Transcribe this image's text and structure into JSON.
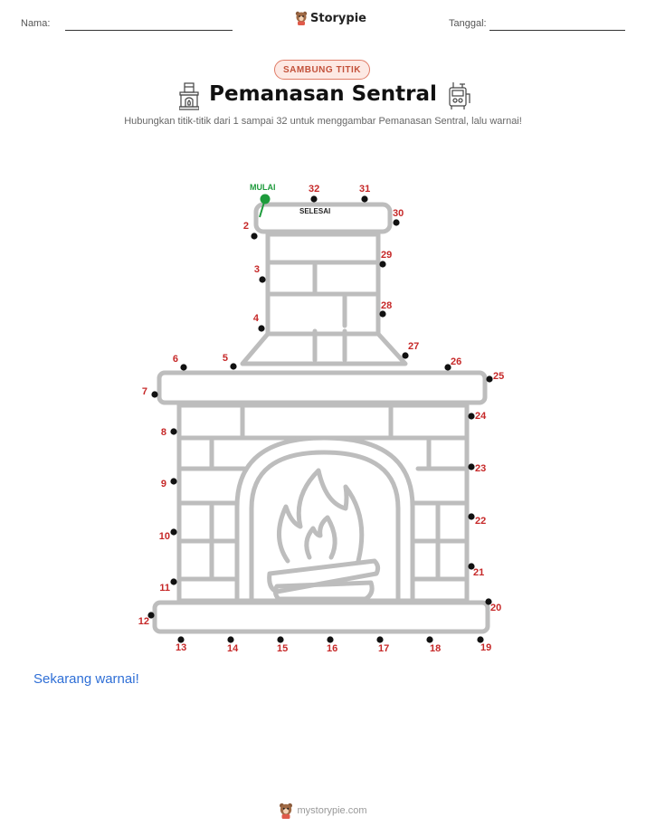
{
  "header": {
    "name_label": "Nama:",
    "date_label": "Tanggal:",
    "brand": "Storypie"
  },
  "badge": "SAMBUNG TITIK",
  "title": "Pemanasan Sentral",
  "subtitle": "Hubungkan titik-titik dari 1 sampai 32 untuk menggambar Pemanasan Sentral, lalu warnai!",
  "puzzle": {
    "start_label": "MULAI",
    "end_label": "SELESAI",
    "dots": [
      {
        "n": "2"
      },
      {
        "n": "3"
      },
      {
        "n": "4"
      },
      {
        "n": "5"
      },
      {
        "n": "6"
      },
      {
        "n": "7"
      },
      {
        "n": "8"
      },
      {
        "n": "9"
      },
      {
        "n": "10"
      },
      {
        "n": "11"
      },
      {
        "n": "12"
      },
      {
        "n": "13"
      },
      {
        "n": "14"
      },
      {
        "n": "15"
      },
      {
        "n": "16"
      },
      {
        "n": "17"
      },
      {
        "n": "18"
      },
      {
        "n": "19"
      },
      {
        "n": "20"
      },
      {
        "n": "21"
      },
      {
        "n": "22"
      },
      {
        "n": "23"
      },
      {
        "n": "24"
      },
      {
        "n": "25"
      },
      {
        "n": "26"
      },
      {
        "n": "27"
      },
      {
        "n": "28"
      },
      {
        "n": "29"
      },
      {
        "n": "30"
      },
      {
        "n": "31"
      },
      {
        "n": "32"
      }
    ],
    "line_color": "#bdbdbd",
    "dot_color": "#111111",
    "number_color": "#c62828",
    "start_color": "#1e9b3c"
  },
  "prompt": "Sekarang warnai!",
  "footer": "mystorypie.com"
}
